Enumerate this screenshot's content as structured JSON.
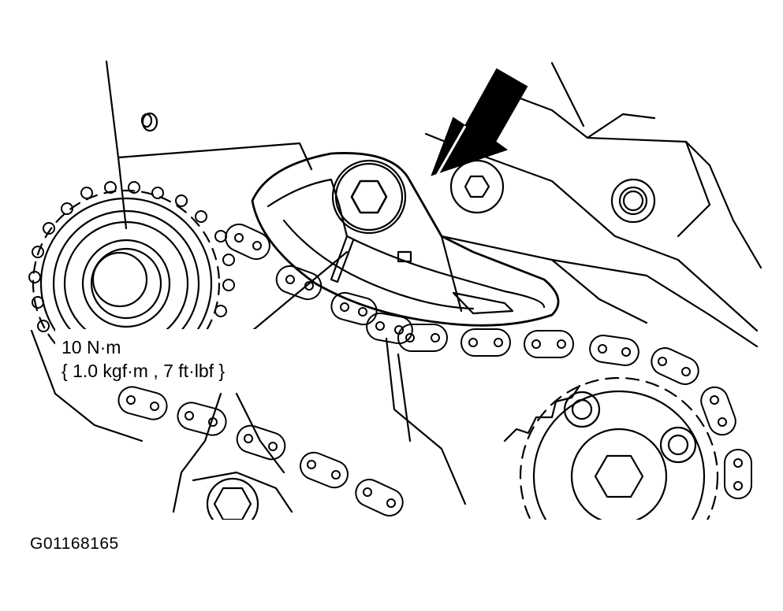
{
  "callout": {
    "torque_line1": "10 N·m",
    "torque_line2": "{ 1.0 kgf·m , 7 ft·lbf }"
  },
  "figure_id": "G01168165",
  "parts": {
    "arrow_icon": "pointer-arrow",
    "tensioner": "chain-guide-tensioner",
    "chain": "timing-chain"
  },
  "colors": {
    "ink": "#000000",
    "paper": "#ffffff"
  }
}
